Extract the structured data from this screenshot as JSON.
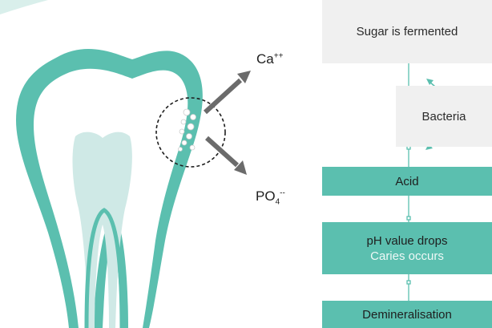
{
  "diagram": {
    "ion_labels": {
      "calcium": {
        "base": "Ca",
        "sup": "++"
      },
      "phosphate": {
        "base": "PO",
        "sub": "4",
        "sup": "--"
      }
    },
    "flow": {
      "step1": "Sugar is fermented",
      "bacteria": "Bacteria",
      "step2": "Acid",
      "step3_line1": "pH value drops",
      "step3_line2": "Caries occurs",
      "step4": "Demineralisation"
    },
    "colors": {
      "teal": "#5bbfaf",
      "light_teal": "#cfe9e6",
      "grey_box": "#f0f0f0",
      "arrow_grey": "#6b6b6b"
    }
  }
}
